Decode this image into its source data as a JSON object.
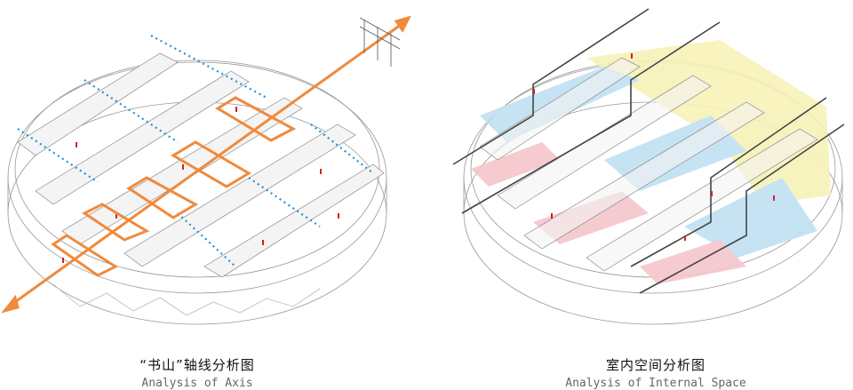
{
  "figures": [
    {
      "title_zh": "“书山”轴线分析图",
      "title_en": "Analysis of Axis"
    },
    {
      "title_zh": "室内空间分析图",
      "title_en": "Analysis of Internal Space"
    }
  ],
  "colors": {
    "axis_orange": "#f08a3c",
    "path_blue": "#1e90d8",
    "zone_blue": "#bfe0f2",
    "zone_yellow": "#f7f2b8",
    "zone_red": "#f6c6cc",
    "figure_red": "#d62020"
  }
}
